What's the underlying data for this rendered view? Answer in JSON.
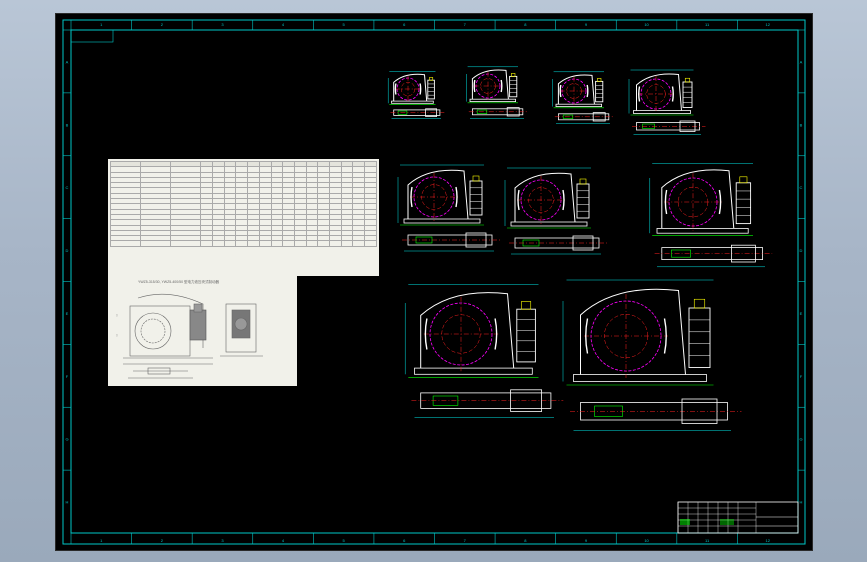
{
  "window": {
    "title": "",
    "background": "#a9b7c8",
    "canvas_color": "#000000"
  },
  "colors": {
    "border": "#00c8c8",
    "line_white": "#ffffff",
    "line_green": "#00ff00",
    "line_red": "#ff2020",
    "line_magenta": "#ff00ff",
    "line_cyan": "#00e5e5",
    "line_yellow": "#ffff00",
    "paper": "#f1f1ea"
  },
  "frame": {
    "top_zones": [
      "1",
      "2",
      "3",
      "4",
      "5",
      "6",
      "7",
      "8",
      "9",
      "10",
      "11",
      "12"
    ],
    "side_zones": [
      "A",
      "B",
      "C",
      "D",
      "E",
      "F",
      "G",
      "H"
    ]
  },
  "reference_sheet": {
    "caption": "YWZ5-315/30, YWZ5-400/50 型电力液压块式制动器",
    "rows": 16
  },
  "views": [
    {
      "id": "brake-1"
    },
    {
      "id": "brake-2"
    },
    {
      "id": "brake-3"
    },
    {
      "id": "brake-4"
    },
    {
      "id": "brake-5"
    },
    {
      "id": "brake-6"
    },
    {
      "id": "brake-7"
    },
    {
      "id": "brake-8"
    },
    {
      "id": "brake-9"
    }
  ],
  "title_block": {
    "name": "",
    "scale": ""
  }
}
